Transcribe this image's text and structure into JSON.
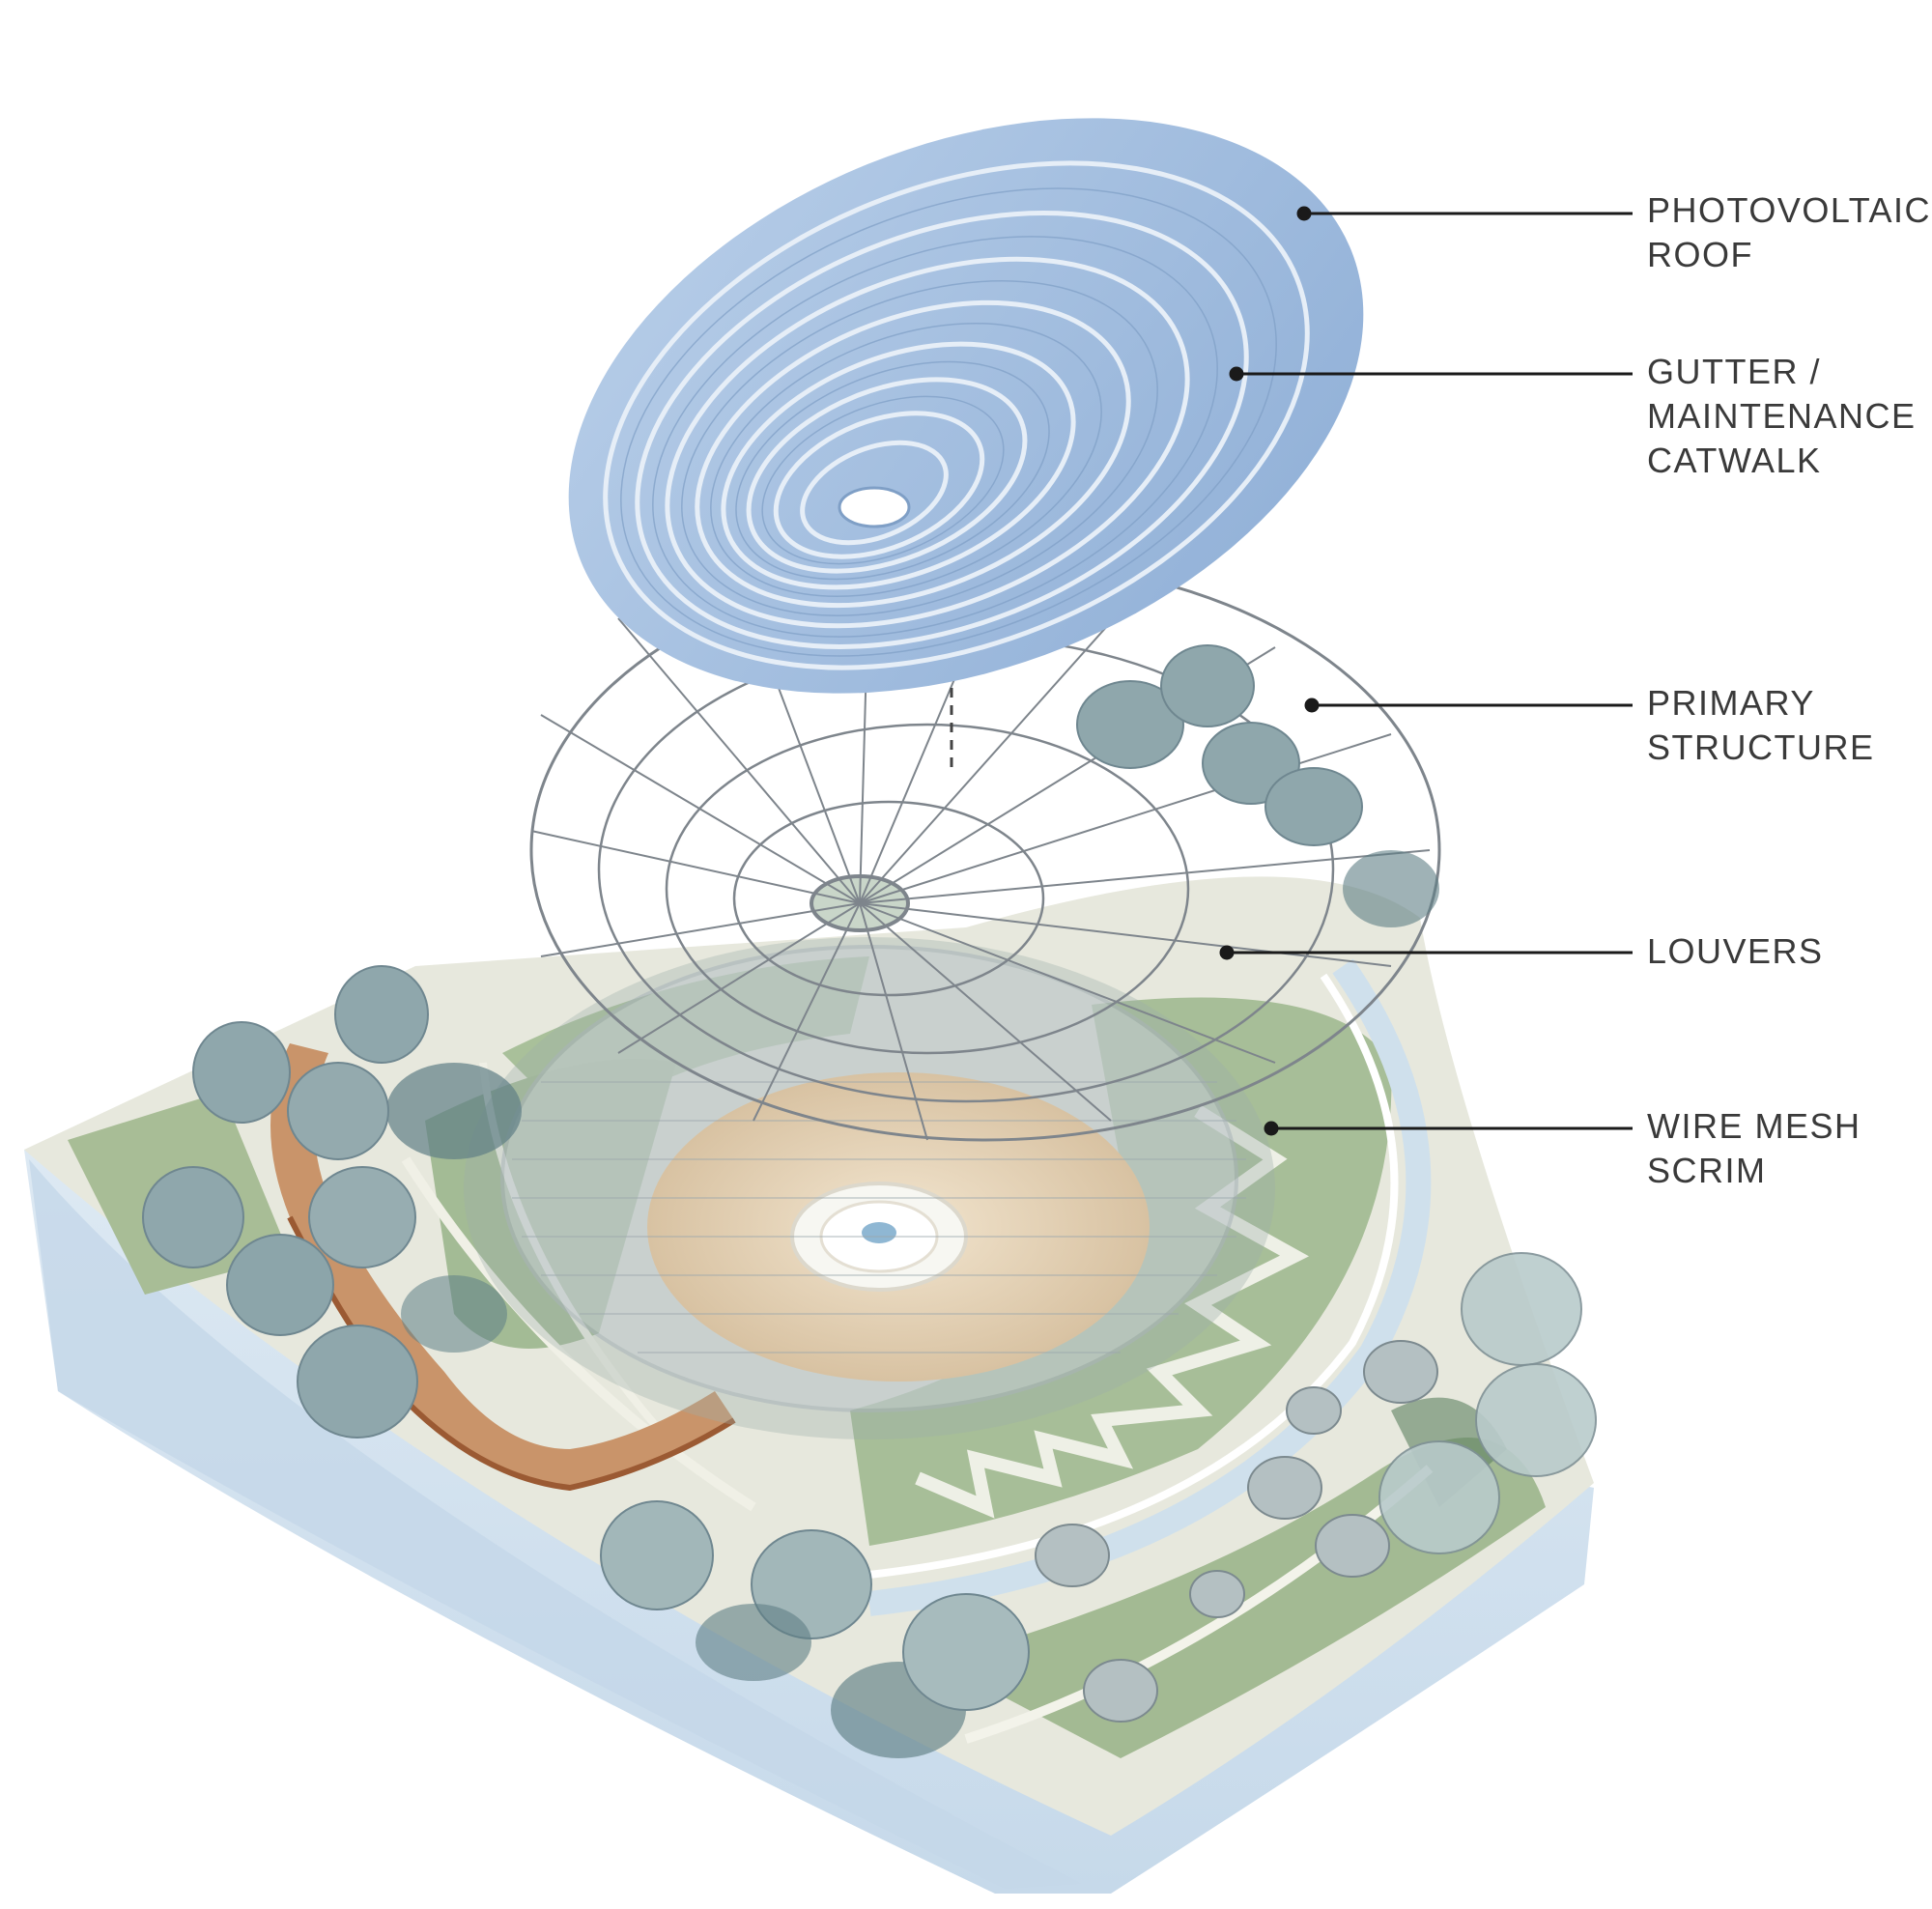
{
  "callouts": [
    {
      "id": "photovoltaic-roof",
      "text": "PHOTOVOLTAIC\nROOF"
    },
    {
      "id": "gutter-catwalk",
      "text": "GUTTER /\nMAINTENANCE\nCATWALK"
    },
    {
      "id": "primary-structure",
      "text": "PRIMARY\nSTRUCTURE"
    },
    {
      "id": "louvers",
      "text": "LOUVERS"
    },
    {
      "id": "wire-mesh-scrim",
      "text": "WIRE MESH\nSCRIM"
    }
  ],
  "colors": {
    "background": "#ffffff",
    "label_text": "#3a3a3a",
    "leader_line": "#1a1a1a",
    "roof_glass": "#a9c3e2",
    "roof_ring": "#dfe9f4",
    "structure_lines": "#8a8f96",
    "mesh": "#b8c2c6",
    "ground_grass": "#a9bf98",
    "plaza": "#e6e6da",
    "base_block": "#d2e2ef",
    "tree_canopy": "#8fa7ac",
    "tree_shadow": "#5f7f86",
    "ramp": "#b4774c"
  }
}
